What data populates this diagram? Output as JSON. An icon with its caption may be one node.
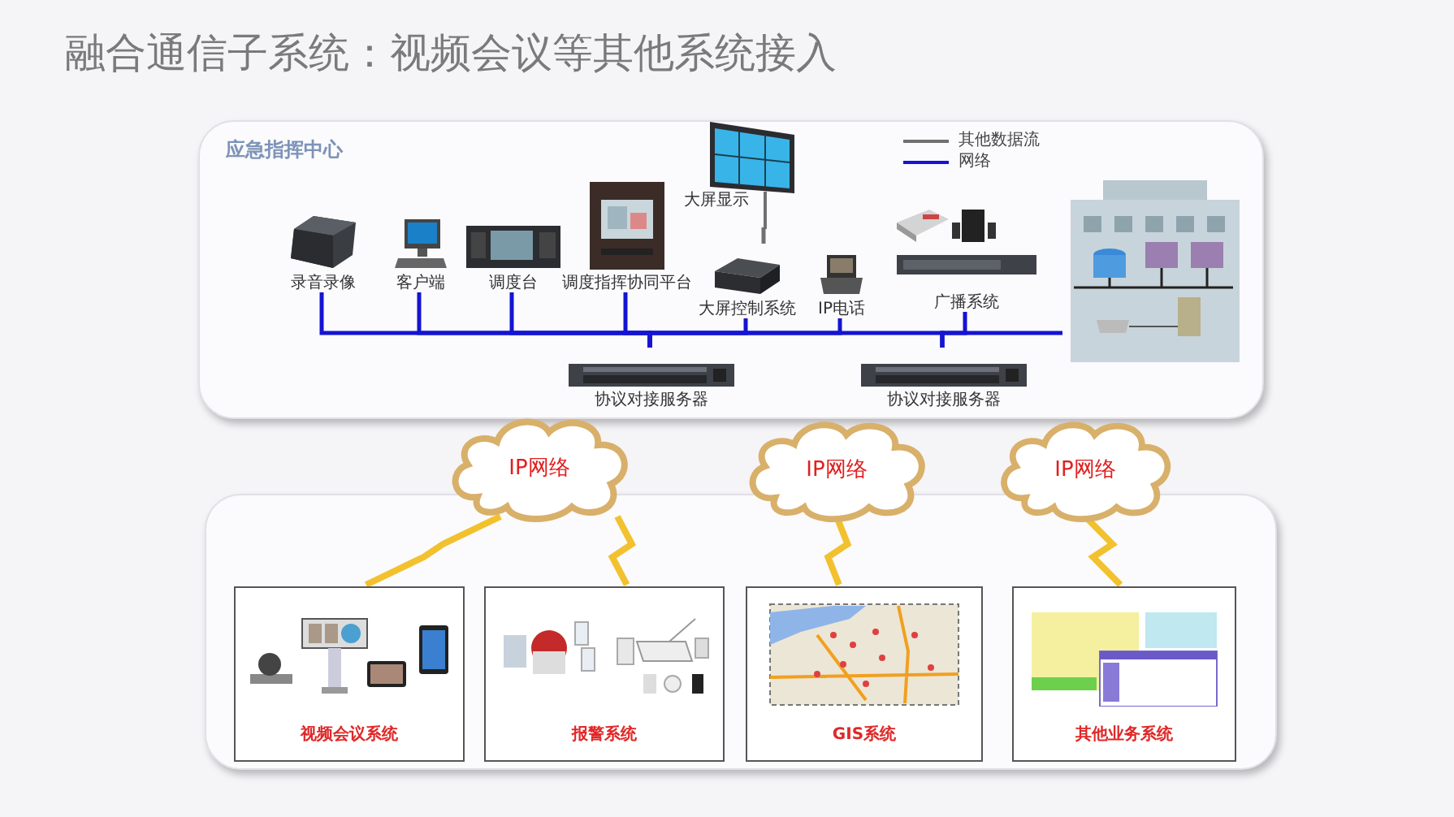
{
  "diagram": {
    "title": "融合通信子系统：视频会议等其他系统接入",
    "nodes": [
      {
        "text": [
          "应急指挥中心"
        ]
      },
      {
        "text": [
          "录音录像"
        ],
        "in": 0
      },
      {
        "text": [
          "客户端"
        ],
        "in": 0
      },
      {
        "text": [
          "调度台"
        ],
        "in": 0
      },
      {
        "text": [
          "调度指挥协同平台"
        ],
        "in": 0
      },
      {
        "text": [
          "大屏显示"
        ],
        "in": 0
      },
      {
        "text": [
          "大屏控制系统"
        ],
        "in": 0
      },
      {
        "text": [
          "IP电话"
        ],
        "in": 0
      },
      {
        "text": [
          "广播系统"
        ],
        "in": 0
      },
      {
        "text": [],
        "shape": "picture",
        "in": 0
      },
      {
        "text": [
          "协议对接服务器"
        ],
        "in": 0
      },
      {
        "text": [
          "协议对接服务器"
        ],
        "in": 0
      },
      {
        "text": [],
        "shape": "box"
      },
      {
        "text": [
          "IP网络"
        ]
      },
      {
        "text": [
          "IP网络"
        ]
      },
      {
        "text": [
          "IP网络"
        ]
      },
      {
        "text": [
          "视频会议系统"
        ],
        "in": 12
      },
      {
        "text": [
          "报警系统"
        ],
        "in": 12
      },
      {
        "text": [
          "GIS系统"
        ],
        "in": 12
      },
      {
        "text": [
          "其他业务系统"
        ],
        "in": 12
      }
    ],
    "edges": [
      {
        "from": 1,
        "to": 10,
        "arrow": "none"
      },
      {
        "from": 2,
        "to": 10,
        "arrow": "none"
      },
      {
        "from": 3,
        "to": 10,
        "arrow": "none"
      },
      {
        "from": 4,
        "to": 10,
        "arrow": "none"
      },
      {
        "from": 6,
        "to": 10,
        "arrow": "none"
      },
      {
        "from": 7,
        "to": 10,
        "arrow": "none"
      },
      {
        "from": 8,
        "to": 11,
        "arrow": "none"
      },
      {
        "from": 9,
        "to": 11,
        "arrow": "none"
      },
      {
        "from": 10,
        "to": 11,
        "arrow": "none"
      },
      {
        "from": 5,
        "to": 6,
        "arrow": "none",
        "color": "#707070"
      },
      {
        "from": 13,
        "to": 16,
        "arrow": "none",
        "color": "#f2c12e"
      },
      {
        "from": 13,
        "to": 17,
        "arrow": "none",
        "color": "#f2c12e"
      },
      {
        "from": 14,
        "to": 18,
        "arrow": "none",
        "color": "#f2c12e"
      },
      {
        "from": 15,
        "to": 19,
        "arrow": "none",
        "color": "#f2c12e"
      }
    ],
    "legend": [
      {
        "text": "其他数据流"
      },
      {
        "text": "网络"
      }
    ]
  }
}
